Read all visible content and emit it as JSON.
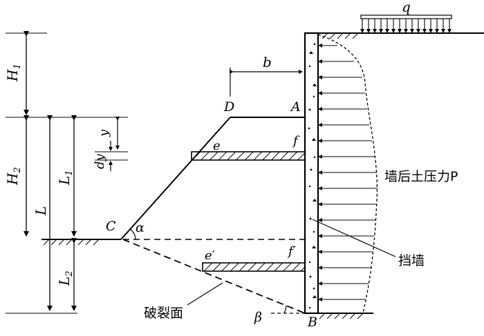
{
  "labels": {
    "q": "q",
    "b": "b",
    "D": "D",
    "A": "A",
    "e": "e",
    "f": "f",
    "e_prime": "e′",
    "f_prime": "f′",
    "C": "C",
    "alpha": "α",
    "beta": "β",
    "B": "B",
    "dy": "dy",
    "y": "y",
    "H1": "H",
    "H1_sub": "1",
    "H2": "H",
    "H2_sub": "2",
    "L": "L",
    "L1": "L",
    "L1_sub": "1",
    "L2": "L",
    "L2_sub": "2",
    "earth_pressure": "墙后土压力P",
    "retaining_wall": "挡墙",
    "failure_surface": "破裂面"
  }
}
